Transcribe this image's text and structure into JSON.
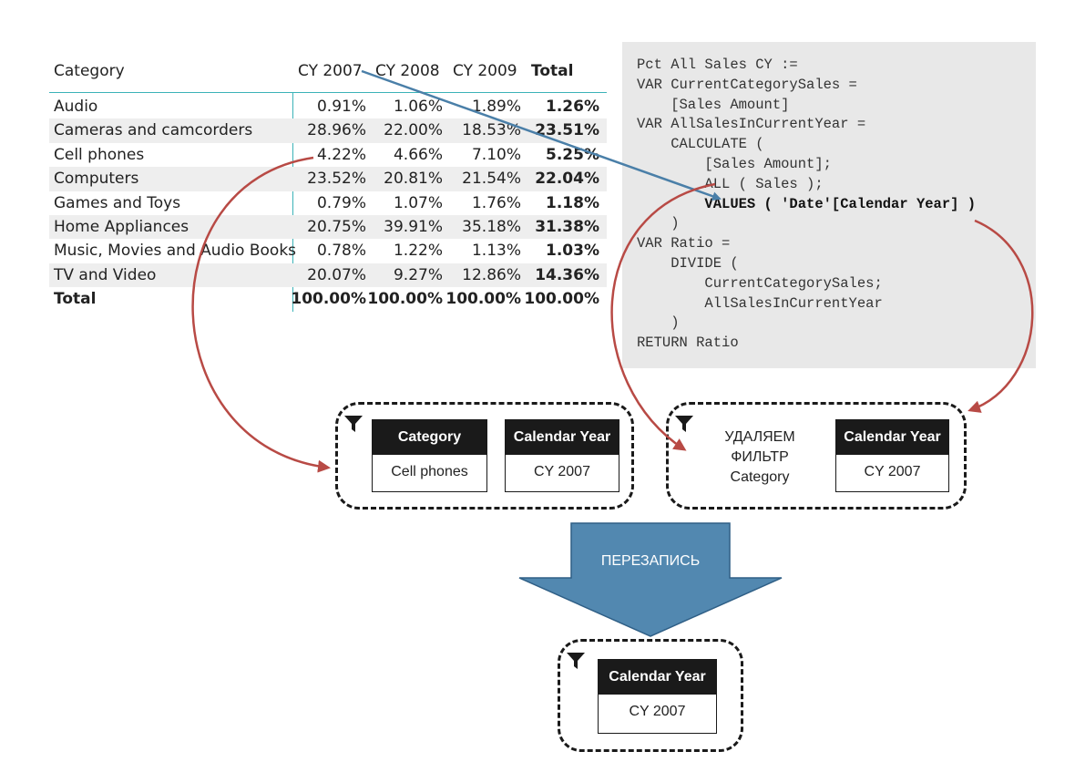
{
  "table": {
    "headers": [
      "Category",
      "CY 2007",
      "CY 2008",
      "CY 2009",
      "Total"
    ],
    "rows": [
      {
        "name": "Audio",
        "cy2007": "0.91%",
        "cy2008": "1.06%",
        "cy2009": "1.89%",
        "total": "1.26%"
      },
      {
        "name": "Cameras and camcorders",
        "cy2007": "28.96%",
        "cy2008": "22.00%",
        "cy2009": "18.53%",
        "total": "23.51%"
      },
      {
        "name": "Cell phones",
        "cy2007": "4.22%",
        "cy2008": "4.66%",
        "cy2009": "7.10%",
        "total": "5.25%"
      },
      {
        "name": "Computers",
        "cy2007": "23.52%",
        "cy2008": "20.81%",
        "cy2009": "21.54%",
        "total": "22.04%"
      },
      {
        "name": "Games and Toys",
        "cy2007": "0.79%",
        "cy2008": "1.07%",
        "cy2009": "1.76%",
        "total": "1.18%"
      },
      {
        "name": "Home Appliances",
        "cy2007": "20.75%",
        "cy2008": "39.91%",
        "cy2009": "35.18%",
        "total": "31.38%"
      },
      {
        "name": "Music, Movies and Audio Books",
        "cy2007": "0.78%",
        "cy2008": "1.22%",
        "cy2009": "1.13%",
        "total": "1.03%"
      },
      {
        "name": "TV and Video",
        "cy2007": "20.07%",
        "cy2008": "9.27%",
        "cy2009": "12.86%",
        "total": "14.36%"
      }
    ],
    "total_row": {
      "name": "Total",
      "cy2007": "100.00%",
      "cy2008": "100.00%",
      "cy2009": "100.00%",
      "total": "100.00%"
    }
  },
  "code": {
    "lines": [
      "Pct All Sales CY :=",
      "VAR CurrentCategorySales =",
      "    [Sales Amount]",
      "VAR AllSalesInCurrentYear =",
      "    CALCULATE (",
      "        [Sales Amount];",
      "        ALL ( Sales );",
      "        VALUES ( 'Date'[Calendar Year] )",
      "    )",
      "VAR Ratio =",
      "    DIVIDE (",
      "        CurrentCategorySales;",
      "        AllSalesInCurrentYear",
      "    )",
      "RETURN Ratio"
    ],
    "bold_line_index": 7
  },
  "filter_left": {
    "chips": [
      {
        "header": "Category",
        "value": "Cell phones"
      },
      {
        "header": "Calendar Year",
        "value": "CY 2007"
      }
    ]
  },
  "filter_right": {
    "note_lines": [
      "УДАЛЯЕМ",
      "ФИЛЬТР",
      "Category"
    ],
    "chip": {
      "header": "Calendar Year",
      "value": "CY 2007"
    }
  },
  "overwrite_label": "ПЕРЕЗАПИСЬ",
  "filter_result": {
    "chip": {
      "header": "Calendar Year",
      "value": "CY 2007"
    }
  },
  "colors": {
    "accent_teal": "#3bb3b8",
    "arrow_blue": "#4a7fa8",
    "arrow_red": "#b84a45",
    "big_arrow": "#5288b0",
    "code_bg": "#e8e8e8"
  }
}
